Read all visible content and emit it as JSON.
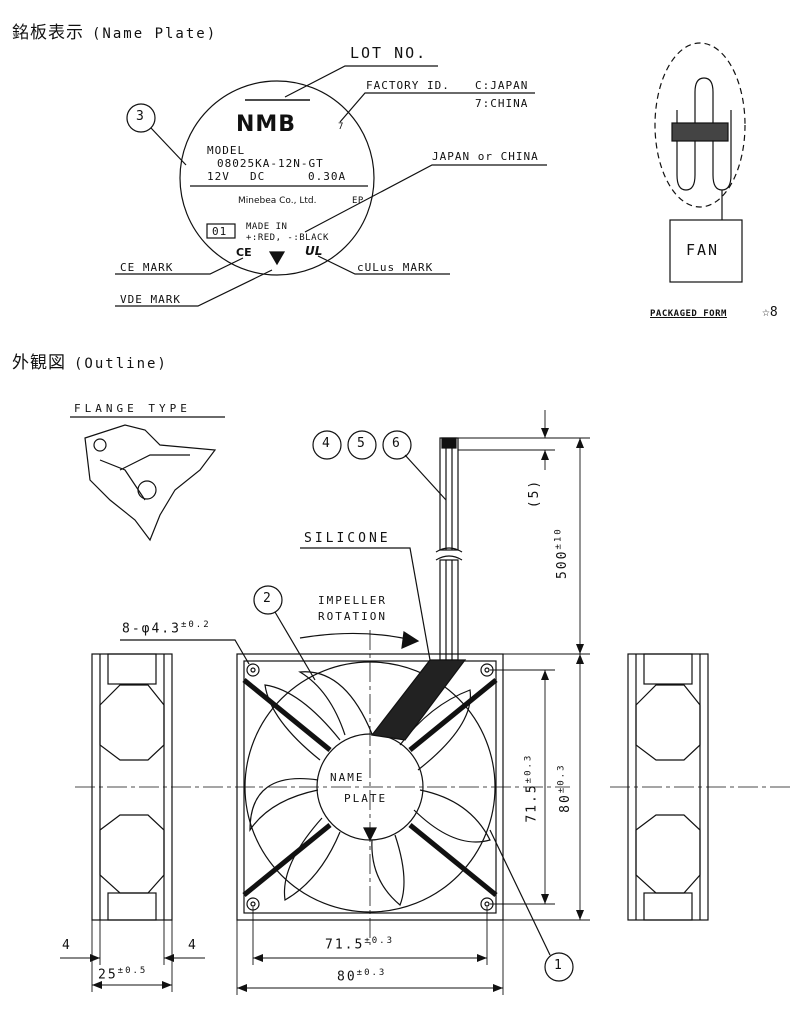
{
  "sections": {
    "nameplate_title": "銘板表示",
    "nameplate_sub": "(Name Plate)",
    "outline_title": "外観図",
    "outline_sub": "(Outline)"
  },
  "nameplate": {
    "lot_no": "LOT NO.",
    "factory_id": "FACTORY ID.",
    "factory_c": "C:JAPAN",
    "factory_7": "7:CHINA",
    "factory_digit": "7",
    "brand": "NMB",
    "model_label": "MODEL",
    "model": "08025KA-12N-GT",
    "voltage": "12V",
    "dc": "DC",
    "current": "0.30A",
    "maker": "Minebea Co., Ltd.",
    "ep": "EP",
    "code": "01",
    "made_in": "MADE IN",
    "wires": "+:RED, -:BLACK",
    "japan_or_china": "JAPAN or CHINA",
    "ce_mark": "CE MARK",
    "vde_mark": "VDE MARK",
    "culus_mark": "cULus MARK",
    "ce_symbol": "CE",
    "callout": "3"
  },
  "package": {
    "fan": "FAN",
    "form": "PACKAGED FORM",
    "star": "☆8"
  },
  "outline": {
    "flange_type": "FLANGE TYPE",
    "silicone": "SILICONE",
    "impeller_1": "IMPELLER",
    "impeller_2": "ROTATION",
    "holes": "8-φ4.3",
    "holes_tol": "±0.2",
    "name_1": "NAME",
    "name_2": "PLATE",
    "callout_1": "1",
    "callout_2": "2",
    "callout_4": "4",
    "callout_5": "5",
    "callout_6": "6",
    "dim_5": "(5)",
    "dim_500": "500",
    "dim_500_tol": "±10",
    "dim_715": "71.5",
    "dim_80": "80",
    "tol_03": "±0.3",
    "dim_4": "4",
    "dim_25": "25",
    "tol_05": "±0.5"
  }
}
